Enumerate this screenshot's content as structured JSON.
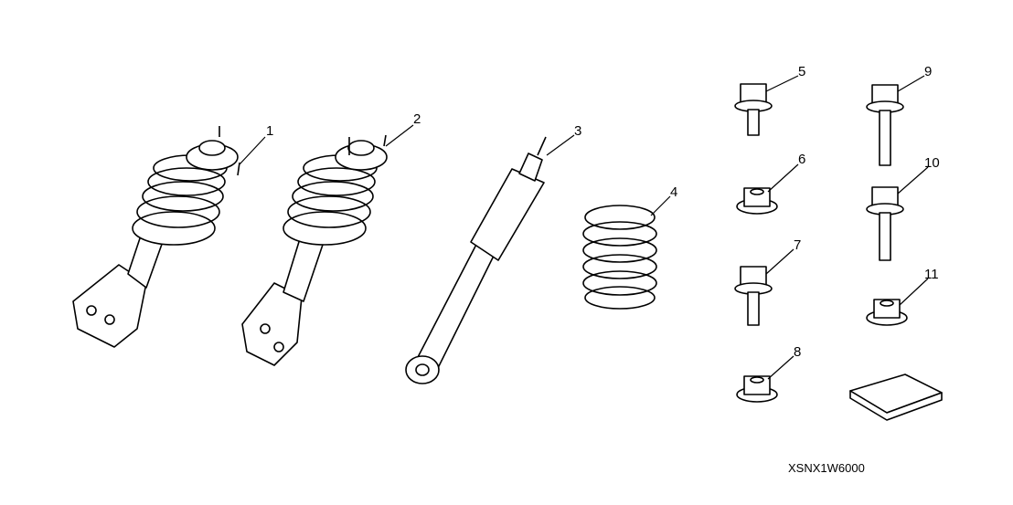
{
  "callouts": {
    "p1": "1",
    "p2": "2",
    "p3": "3",
    "p4": "4",
    "p5": "5",
    "p6": "6",
    "p7": "7",
    "p8": "8",
    "p9": "9",
    "p10": "10",
    "p11": "11"
  },
  "diagram_code": "XSNX1W6000"
}
